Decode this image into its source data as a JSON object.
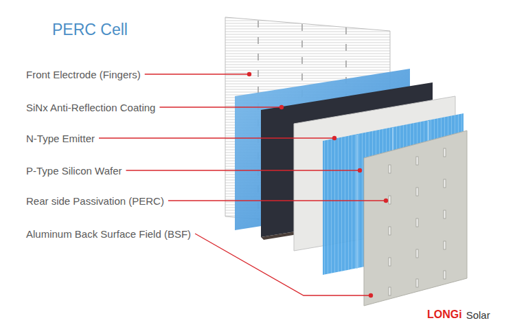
{
  "diagram": {
    "title": "PERC Cell",
    "labels": [
      "Front Electrode (Fingers)",
      "SiNx Anti-Reflection Coating",
      "N-Type Emitter",
      "P-Type Silicon Wafer",
      "Rear side Passivation (PERC)",
      "Aluminum Back Surface Field (BSF)",
      "LONGi",
      "Solar"
    ]
  }
}
